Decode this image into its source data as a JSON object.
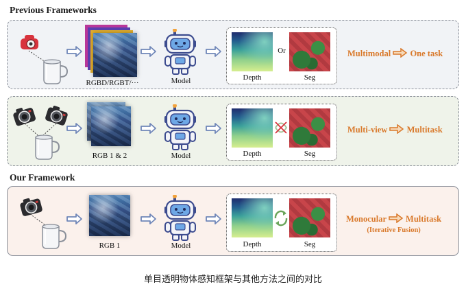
{
  "sections": {
    "previous_title": "Previous Frameworks",
    "ours_title": "Our Framework"
  },
  "rows": [
    {
      "input_label": "RGBD/RGBT/···",
      "model_label": "Model",
      "depth_label": "Depth",
      "seg_label": "Seg",
      "connector": "Or",
      "conclusion_left": "Multimodal",
      "conclusion_right": "One task"
    },
    {
      "input_label": "RGB 1 & 2",
      "model_label": "Model",
      "depth_label": "Depth",
      "seg_label": "Seg",
      "conclusion_left": "Multi-view",
      "conclusion_right": "Multitask"
    },
    {
      "input_label": "RGB 1",
      "model_label": "Model",
      "depth_label": "Depth",
      "seg_label": "Seg",
      "conclusion_left": "Monocular",
      "conclusion_right": "Multitask",
      "conclusion_sub": "(Iterative Fusion)"
    }
  ],
  "caption": "单目透明物体感知框架与其他方法之间的对比",
  "colors": {
    "accent_orange": "#d9792b",
    "arrow_blue": "#6f86b8",
    "panel_border": "#8a8f99"
  }
}
